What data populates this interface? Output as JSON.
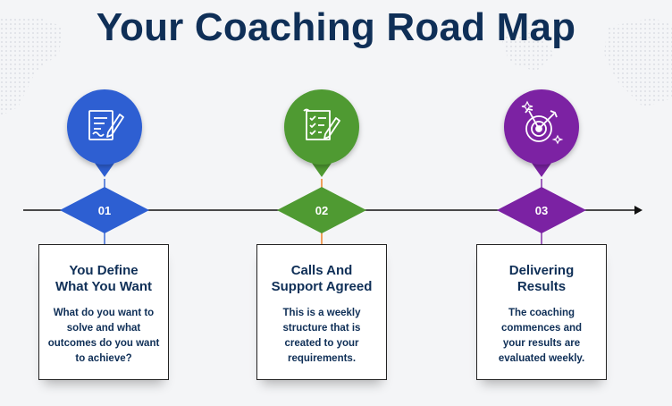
{
  "title": "Your Coaching Road Map",
  "steps": [
    {
      "number": "01",
      "heading_line1": "You Define",
      "heading_line2": "What You Want",
      "body_lines": [
        "What do you want to",
        "solve and what",
        "outcomes do you want",
        "to achieve?"
      ],
      "color": "#2d5fd2",
      "stem_color": "#2d5fd2",
      "icon": "document-pen-icon"
    },
    {
      "number": "02",
      "heading_line1": "Calls And",
      "heading_line2": "Support Agreed",
      "body_lines": [
        "This is a weekly",
        "structure that is",
        "created to your",
        "requirements."
      ],
      "color": "#4f9a32",
      "stem_color": "#ef7a1a",
      "icon": "checklist-icon"
    },
    {
      "number": "03",
      "heading_line1": "Delivering",
      "heading_line2": "Results",
      "body_lines": [
        "The coaching",
        "commences and",
        "your results are",
        "evaluated weekly."
      ],
      "color": "#7b22a3",
      "stem_color": "#7b22a3",
      "icon": "target-arrows-icon"
    }
  ],
  "colors": {
    "title": "#0f2f57",
    "timeline": "#111111"
  }
}
